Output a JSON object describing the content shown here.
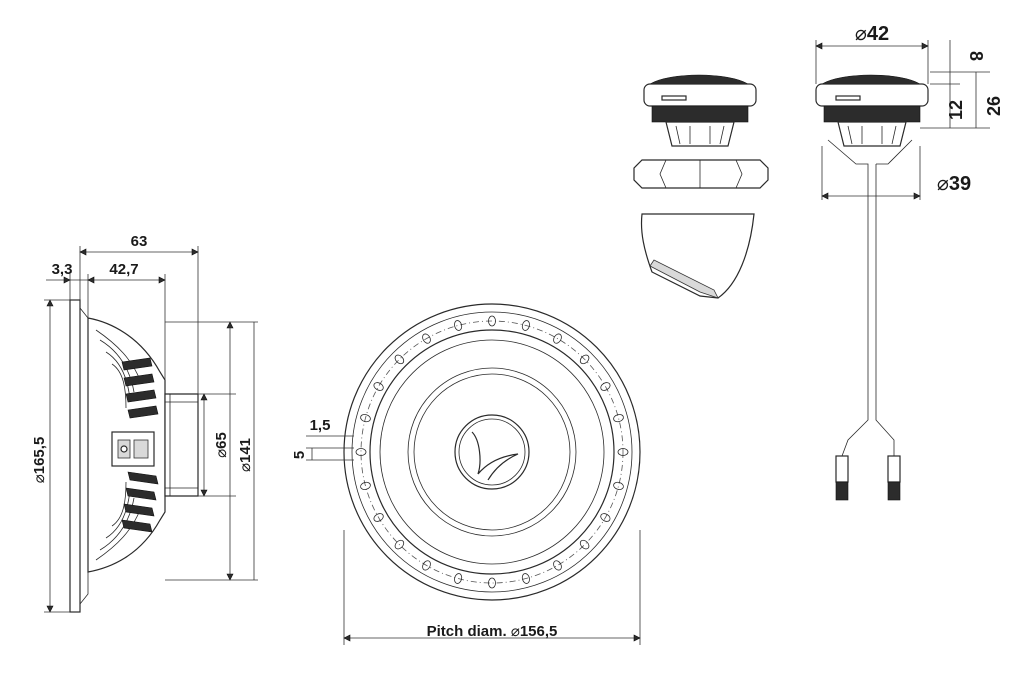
{
  "side_view": {
    "overall_depth": "63",
    "flange_thickness": "3,3",
    "magnet_depth": "42,7",
    "outer_diameter": "165,5",
    "magnet_diameter": "65",
    "cutout_diameter": "141"
  },
  "front_view": {
    "slot_width": "1,5",
    "slot_height": "5",
    "pitch_label": "Pitch diam.",
    "pitch_diameter": "156,5"
  },
  "tweeter_view": {
    "outer_diameter": "42",
    "mount_diameter": "39",
    "dome_height": "8",
    "body_height": "12",
    "total_height": "26"
  },
  "symbols": {
    "diameter": "⌀"
  }
}
